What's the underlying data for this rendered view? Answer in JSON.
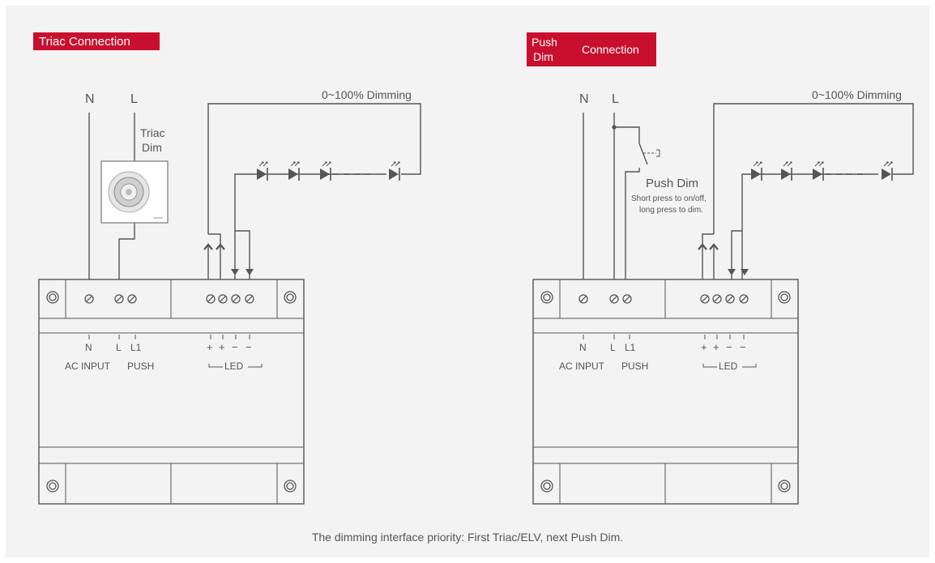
{
  "diagrams": [
    {
      "tag": [
        "Triac Connection"
      ],
      "n_label": "N",
      "l_label": "L",
      "dimmer_label": [
        "Triac",
        "Dim"
      ],
      "dimming_label": "0~100% Dimming",
      "terminals": {
        "n": "N",
        "l": "L",
        "l1": "L1",
        "ac_input": "AC INPUT",
        "push": "PUSH",
        "led": "LED",
        "plus": "+",
        "minus": "−"
      }
    },
    {
      "tag": [
        "Push",
        "Dim",
        "Connection"
      ],
      "n_label": "N",
      "l_label": "L",
      "push_label": "Push Dim",
      "push_note": [
        "Short press to on/off,",
        "long press to dim."
      ],
      "dimming_label": "0~100% Dimming",
      "terminals": {
        "n": "N",
        "l": "L",
        "l1": "L1",
        "ac_input": "AC INPUT",
        "push": "PUSH",
        "led": "LED",
        "plus": "+",
        "minus": "−"
      }
    }
  ],
  "footer_note": "The dimming interface priority: First Triac/ELV, next Push Dim.",
  "colors": {
    "accent": "#c8102e",
    "line": "#555555",
    "background": "#f3f3f3"
  }
}
